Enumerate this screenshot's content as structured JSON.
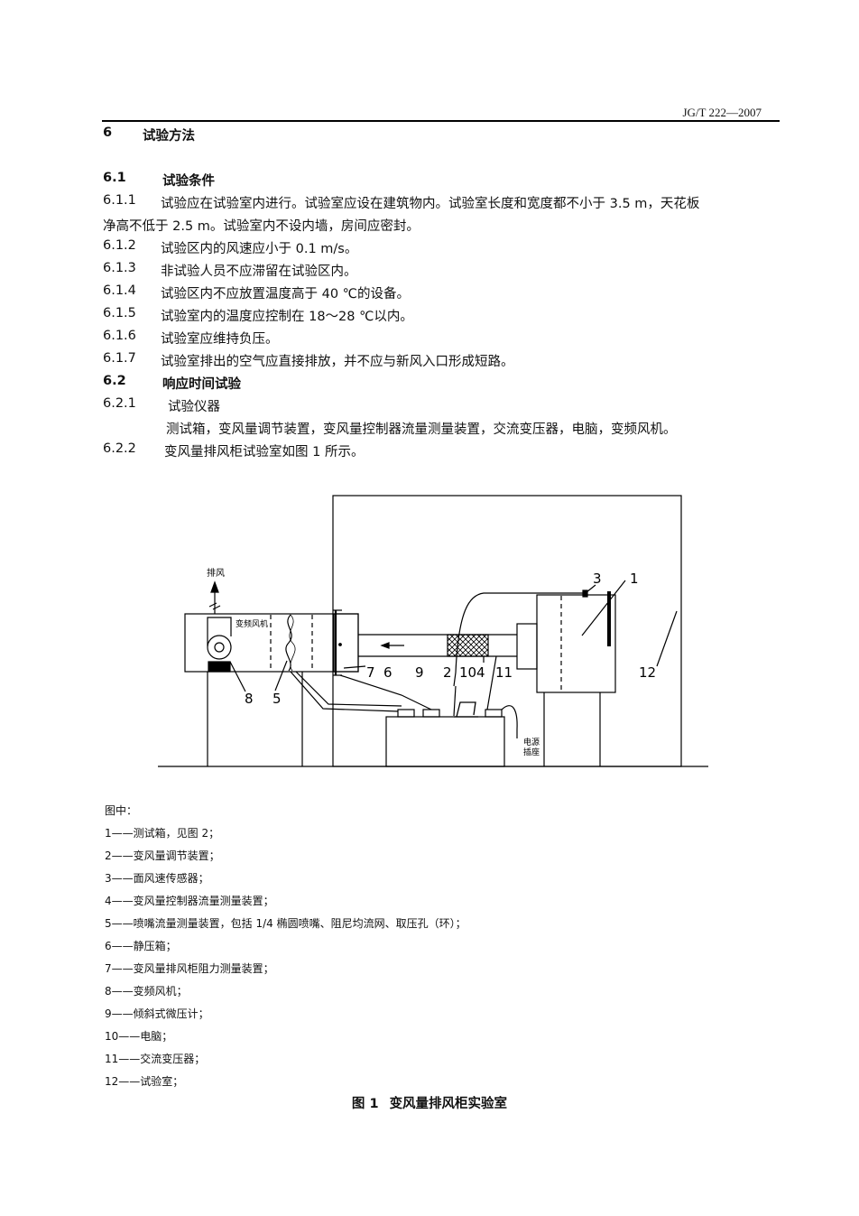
{
  "header": {
    "standard_code": "JG/T 222—2007"
  },
  "section": {
    "num": "6",
    "title": "试验方法"
  },
  "s61": {
    "num": "6.1",
    "title": "试验条件",
    "items": [
      {
        "num": "6.1.1",
        "text": "试验应在试验室内进行。试验室应设在建筑物内。试验室长度和宽度都不小于 3.5 m，天花板",
        "cont": "净高不低于 2.5 m。试验室内不设内墙，房间应密封。"
      },
      {
        "num": "6.1.2",
        "text": "试验区内的风速应小于 0.1 m/s。"
      },
      {
        "num": "6.1.3",
        "text": "非试验人员不应滞留在试验区内。"
      },
      {
        "num": "6.1.4",
        "text": "试验区内不应放置温度高于 40 ℃的设备。"
      },
      {
        "num": "6.1.5",
        "text": "试验室内的温度应控制在 18～28 ℃以内。"
      },
      {
        "num": "6.1.6",
        "text": "试验室应维持负压。"
      },
      {
        "num": "6.1.7",
        "text": "试验室排出的空气应直接排放，并不应与新风入口形成短路。"
      }
    ]
  },
  "s62": {
    "num": "6.2",
    "title": "响应时间试验",
    "i1": {
      "num": "6.2.1",
      "text": "试验仪器",
      "detail": "测试箱，变风量调节装置，变风量控制器流量测量装置，交流变压器，电脑，变频风机。"
    },
    "i2": {
      "num": "6.2.2",
      "text": "变风量排风柜试验室如图 1 所示。"
    }
  },
  "figure": {
    "labels": {
      "exhaust": "排风",
      "fan": "变频风机",
      "power1": "电源",
      "power2": "插座",
      "n1": "1",
      "n2": "2",
      "n3": "3",
      "n4": "4",
      "n5": "5",
      "n6": "6",
      "n7": "7",
      "n8": "8",
      "n9": "9",
      "n10": "10",
      "n11": "11",
      "n12": "12"
    },
    "legend_title": "图中：",
    "legend": [
      "1——测试箱，见图 2；",
      "2——变风量调节装置；",
      "3——面风速传感器；",
      "4——变风量控制器流量测量装置；",
      "5——喷嘴流量测量装置，包括 1/4 椭圆喷嘴、阻尼均流网、取压孔（环）；",
      "6——静压箱；",
      "7——变风量排风柜阻力测量装置；",
      "8——变频风机；",
      "9——倾斜式微压计；",
      "10——电脑；",
      "11——交流变压器；",
      "12——试验室；"
    ],
    "caption_num": "图 1",
    "caption_title": "变风量排风柜实验室"
  }
}
